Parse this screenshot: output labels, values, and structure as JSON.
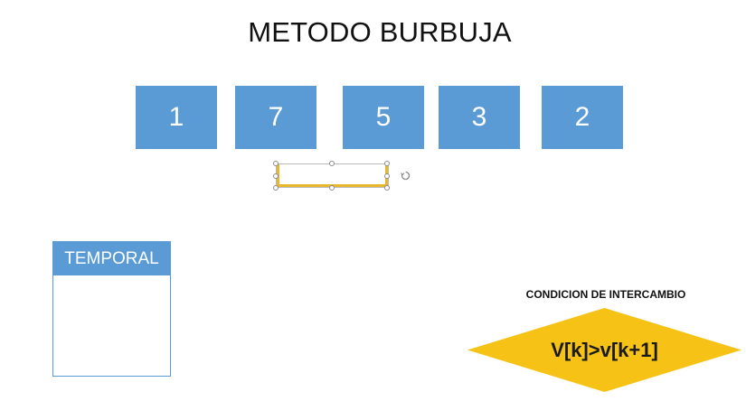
{
  "title": "METODO BURBUJA",
  "array": {
    "values": [
      "1",
      "7",
      "5",
      "3",
      "2"
    ],
    "box_color": "#5b9bd5"
  },
  "temporal": {
    "label": "TEMPORAL"
  },
  "condition": {
    "label": "CONDICION DE INTERCAMBIO",
    "expression": "V[k]>v[k+1]",
    "color": "#f6c215"
  },
  "selection": {
    "accent": "#e8b82c"
  }
}
